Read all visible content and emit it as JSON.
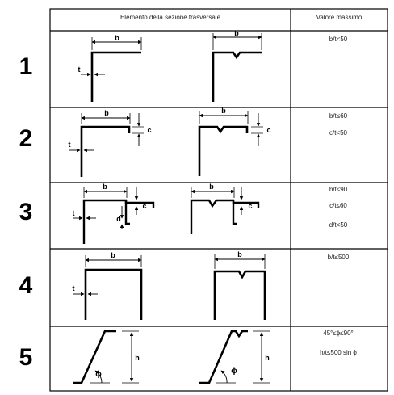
{
  "header": {
    "element_col": "Elemento della sezione trasversale",
    "value_col": "Valore massimo"
  },
  "rows": [
    {
      "number": "1",
      "limits": [
        "b/t<50"
      ]
    },
    {
      "number": "2",
      "limits": [
        "b/t≤60",
        "c/t<50"
      ]
    },
    {
      "number": "3",
      "limits": [
        "b/t≤90",
        "c/t≤60",
        "d/t<50"
      ]
    },
    {
      "number": "4",
      "limits": [
        "b/t≤500"
      ]
    },
    {
      "number": "5",
      "limits": [
        "45°≤ϕ≤90°",
        "h/t≤500 sin ϕ"
      ]
    }
  ],
  "dimension_labels": {
    "b": "b",
    "t": "t",
    "c": "c",
    "d": "d",
    "h": "h",
    "phi": "ϕ"
  }
}
